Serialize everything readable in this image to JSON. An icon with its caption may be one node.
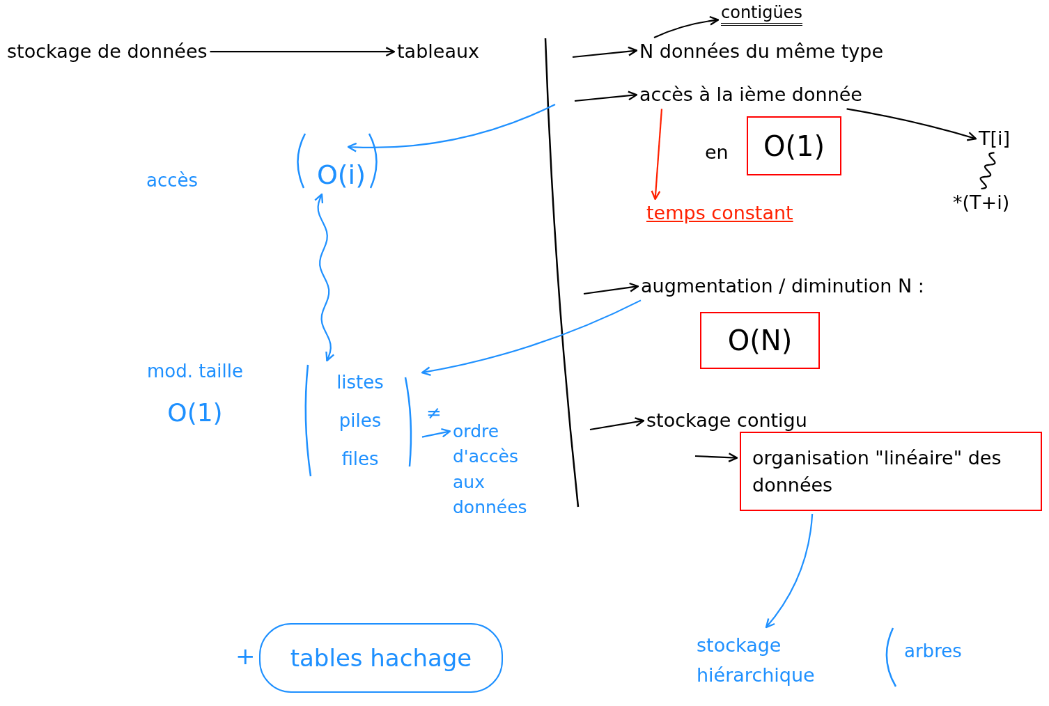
{
  "diagram": {
    "nodes": [
      {
        "text": [
          "stockage de données"
        ]
      },
      {
        "text": [
          "tableaux"
        ]
      },
      {
        "text": [
          "N données du même type"
        ]
      },
      {
        "text": [
          "contigües"
        ]
      },
      {
        "text": [
          "accès à la ième donnée"
        ]
      },
      {
        "text": [
          "O(1)"
        ],
        "beside": [
          "en"
        ]
      },
      {
        "text": [
          "temps constant"
        ]
      },
      {
        "text": [
          "T[i]"
        ]
      },
      {
        "text": [
          "*(T+i)"
        ]
      },
      {
        "text": [
          "accès",
          "O(i)"
        ]
      },
      {
        "text": [
          "mod. taille",
          "O(1)"
        ]
      },
      {
        "text": [
          "listes",
          "piles",
          "files"
        ]
      },
      {
        "text": [
          "ordre d'accès aux données"
        ]
      },
      {
        "text": [
          "augmentation / diminution N :"
        ]
      },
      {
        "text": [
          "O(N)"
        ]
      },
      {
        "text": [
          "stockage contigu"
        ]
      },
      {
        "text": [
          "organisation \"linéaire\" des données"
        ]
      },
      {
        "text": [
          "stockage hiérarchique"
        ]
      },
      {
        "text": [
          "tables hachage"
        ],
        "beside": [
          "+"
        ]
      }
    ],
    "edges": [
      {
        "from": 0,
        "to": 1,
        "arrow": "to"
      },
      {
        "from": null,
        "to": 2,
        "arrow": "to"
      },
      {
        "from": 2,
        "to": 3,
        "arrow": "to"
      },
      {
        "from": null,
        "to": 4,
        "arrow": "to"
      },
      {
        "from": 4,
        "to": 6,
        "arrow": "to",
        "color": "#ff2000"
      },
      {
        "from": 4,
        "to": 7,
        "arrow": "to"
      },
      {
        "from": 7,
        "to": 8,
        "arrow": "none"
      },
      {
        "from": null,
        "to": 9,
        "arrow": "to",
        "color": "#1e90ff"
      },
      {
        "from": 9,
        "to": 11,
        "arrow": "both",
        "color": "#1e90ff"
      },
      {
        "from": null,
        "to": 13,
        "arrow": "to"
      },
      {
        "from": 13,
        "to": 11,
        "arrow": "to",
        "color": "#1e90ff"
      },
      {
        "from": 11,
        "to": 12,
        "arrow": "to",
        "label": "≠",
        "color": "#1e90ff"
      },
      {
        "from": null,
        "to": 15,
        "arrow": "to"
      },
      {
        "from": null,
        "to": 16,
        "arrow": "to"
      },
      {
        "from": 16,
        "to": 17,
        "arrow": "to",
        "color": "#1e90ff"
      }
    ],
    "labels": [
      "arbres"
    ]
  }
}
